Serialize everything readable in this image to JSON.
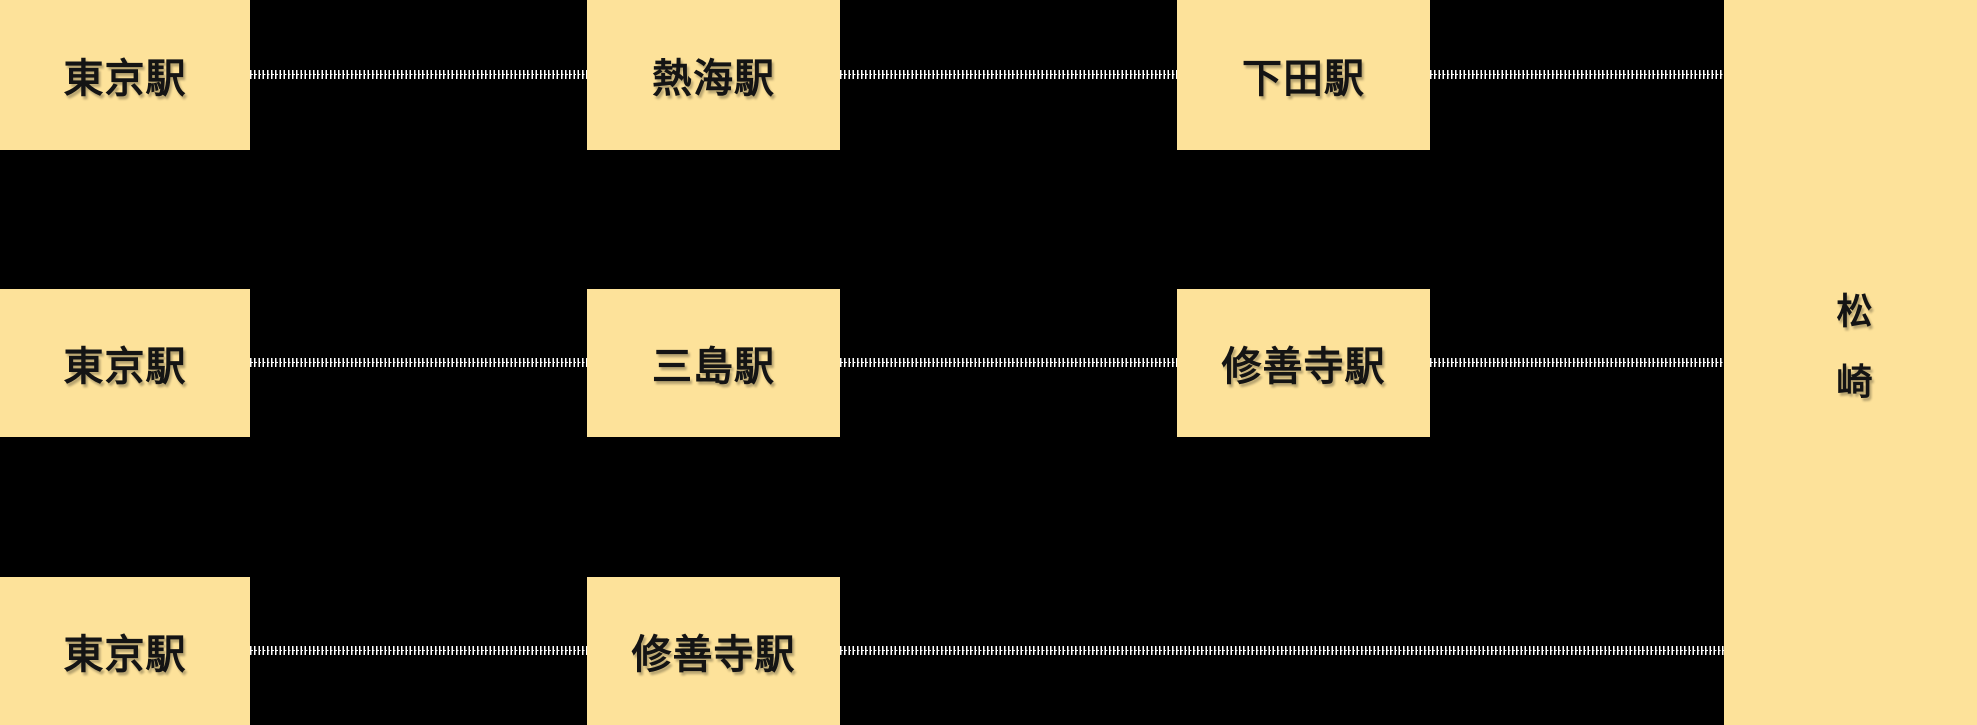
{
  "diagram": {
    "type": "route-diagram",
    "colors": {
      "bg": "#000000",
      "box": "#fde29a",
      "ink": "#141414",
      "line": "#ffffff"
    },
    "line_style": "white railroad tick dashes on black",
    "destination": {
      "label": "松崎"
    },
    "routes": [
      {
        "stations": [
          "東京駅",
          "熱海駅",
          "下田駅"
        ]
      },
      {
        "stations": [
          "東京駅",
          "三島駅",
          "修善寺駅"
        ]
      },
      {
        "stations": [
          "東京駅",
          "修善寺駅"
        ]
      }
    ]
  }
}
